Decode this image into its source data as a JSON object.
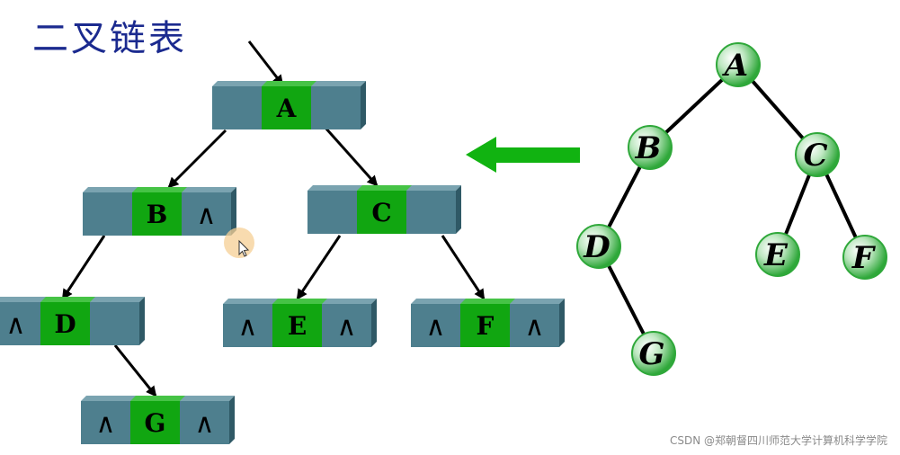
{
  "title": "二叉链表",
  "watermark": "CSDN @郑朝督四川师范大学计算机科学学院",
  "null_symbol": "∧",
  "colors": {
    "title": "#1b2a8f",
    "cell_teal": "#4e7f8e",
    "cell_data": "#11a611",
    "arrow_big": "#11b311",
    "tree_node": "#2fa83a"
  },
  "linked_nodes": [
    {
      "id": "A",
      "label": "A",
      "left_null": false,
      "right_null": false
    },
    {
      "id": "B",
      "label": "B",
      "left_null": false,
      "right_null": true
    },
    {
      "id": "C",
      "label": "C",
      "left_null": false,
      "right_null": false
    },
    {
      "id": "D",
      "label": "D",
      "left_null": true,
      "right_null": false
    },
    {
      "id": "E",
      "label": "E",
      "left_null": true,
      "right_null": true
    },
    {
      "id": "F",
      "label": "F",
      "left_null": true,
      "right_null": true
    },
    {
      "id": "G",
      "label": "G",
      "left_null": true,
      "right_null": true
    }
  ],
  "linked_edges": [
    [
      "A",
      "B"
    ],
    [
      "A",
      "C"
    ],
    [
      "B",
      "D"
    ],
    [
      "C",
      "E"
    ],
    [
      "C",
      "F"
    ],
    [
      "D",
      "G"
    ]
  ],
  "tree_nodes": [
    {
      "id": "A",
      "label": "A"
    },
    {
      "id": "B",
      "label": "B"
    },
    {
      "id": "C",
      "label": "C"
    },
    {
      "id": "D",
      "label": "D"
    },
    {
      "id": "E",
      "label": "E"
    },
    {
      "id": "F",
      "label": "F"
    },
    {
      "id": "G",
      "label": "G"
    }
  ],
  "tree_edges": [
    [
      "A",
      "B"
    ],
    [
      "A",
      "C"
    ],
    [
      "B",
      "D"
    ],
    [
      "C",
      "E"
    ],
    [
      "C",
      "F"
    ],
    [
      "D",
      "G"
    ]
  ]
}
